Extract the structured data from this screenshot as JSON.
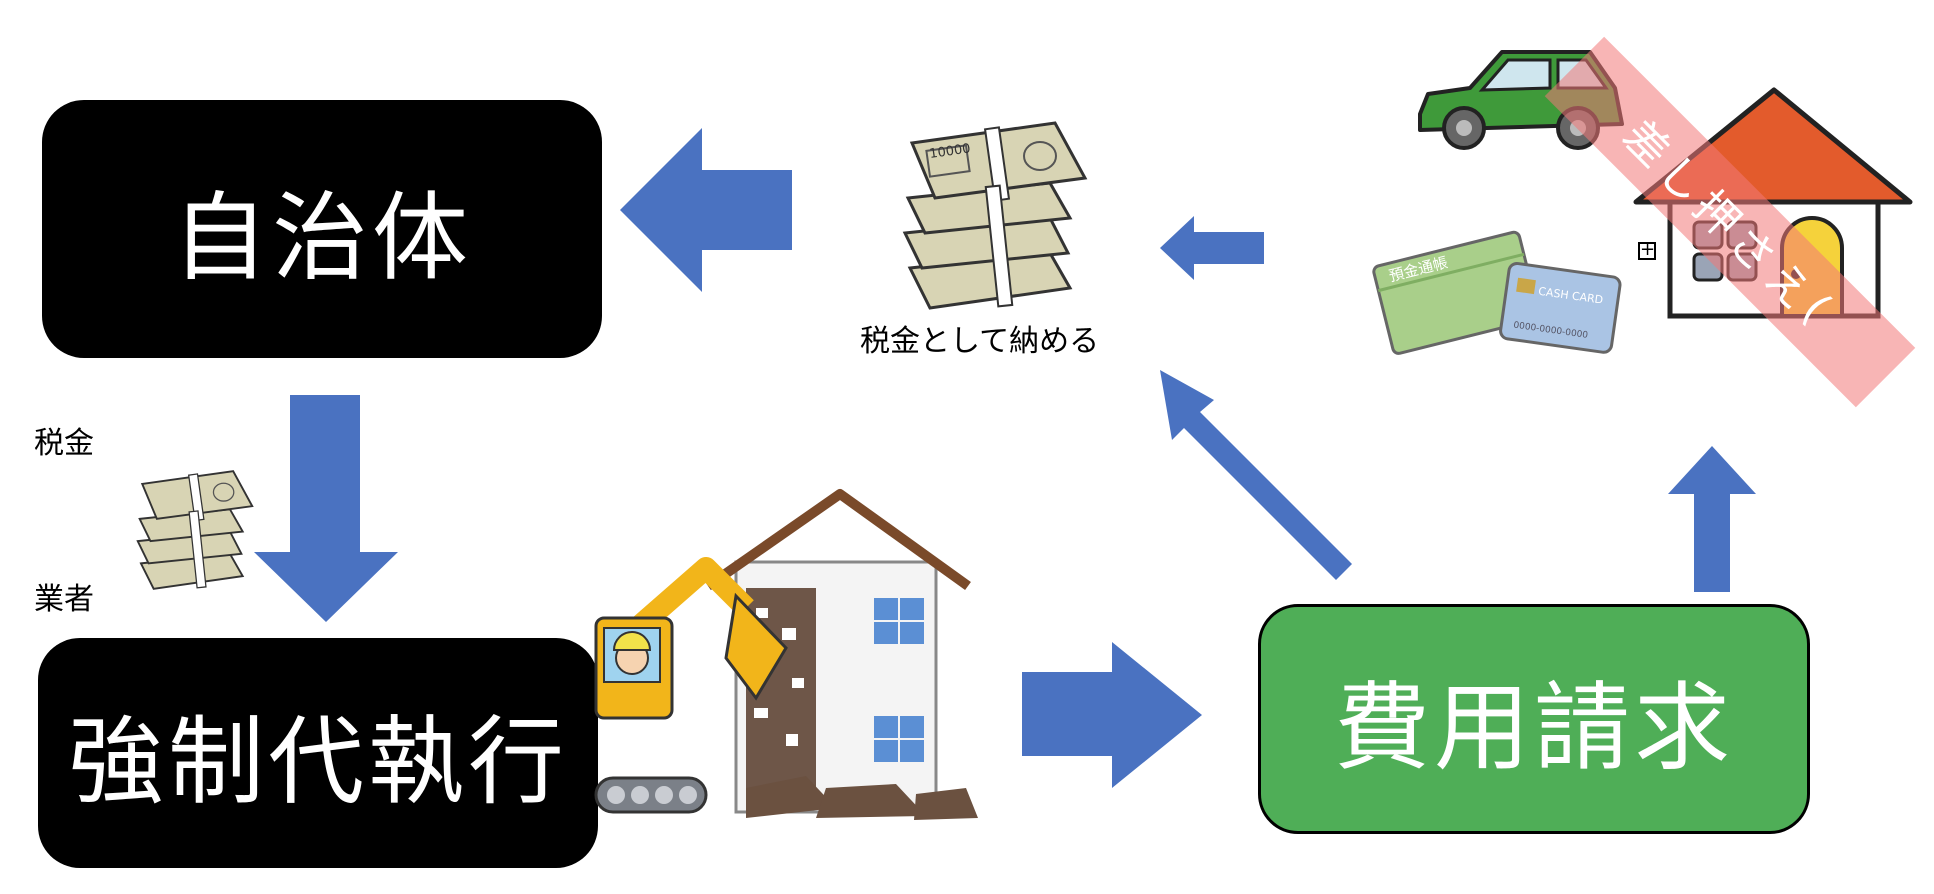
{
  "boxes": {
    "municipality": "自治体",
    "enforcement": "強制代執行",
    "billing": "費用請求"
  },
  "labels": {
    "pay_as_tax": "税金として納める",
    "tax": "税金",
    "contractor": "業者",
    "seizure": "差し押さえ",
    "seizure_paren": "(",
    "bankbook": "預金通帳",
    "cash_card": "CASH CARD",
    "card_number": "0000-0000-0000",
    "banknote": "10000"
  },
  "icons": {
    "money": "money-bundle-icon",
    "car": "car-icon",
    "house": "house-icon",
    "bankbook": "bankbook-icon",
    "card": "cash-card-icon",
    "demolition": "demolition-icon"
  },
  "colors": {
    "arrow": "#4a72c1",
    "box_black": "#000000",
    "box_green": "#4fae57",
    "stamp": "#f27878",
    "roof": "#e35b2c",
    "car": "#3f9a3a"
  }
}
